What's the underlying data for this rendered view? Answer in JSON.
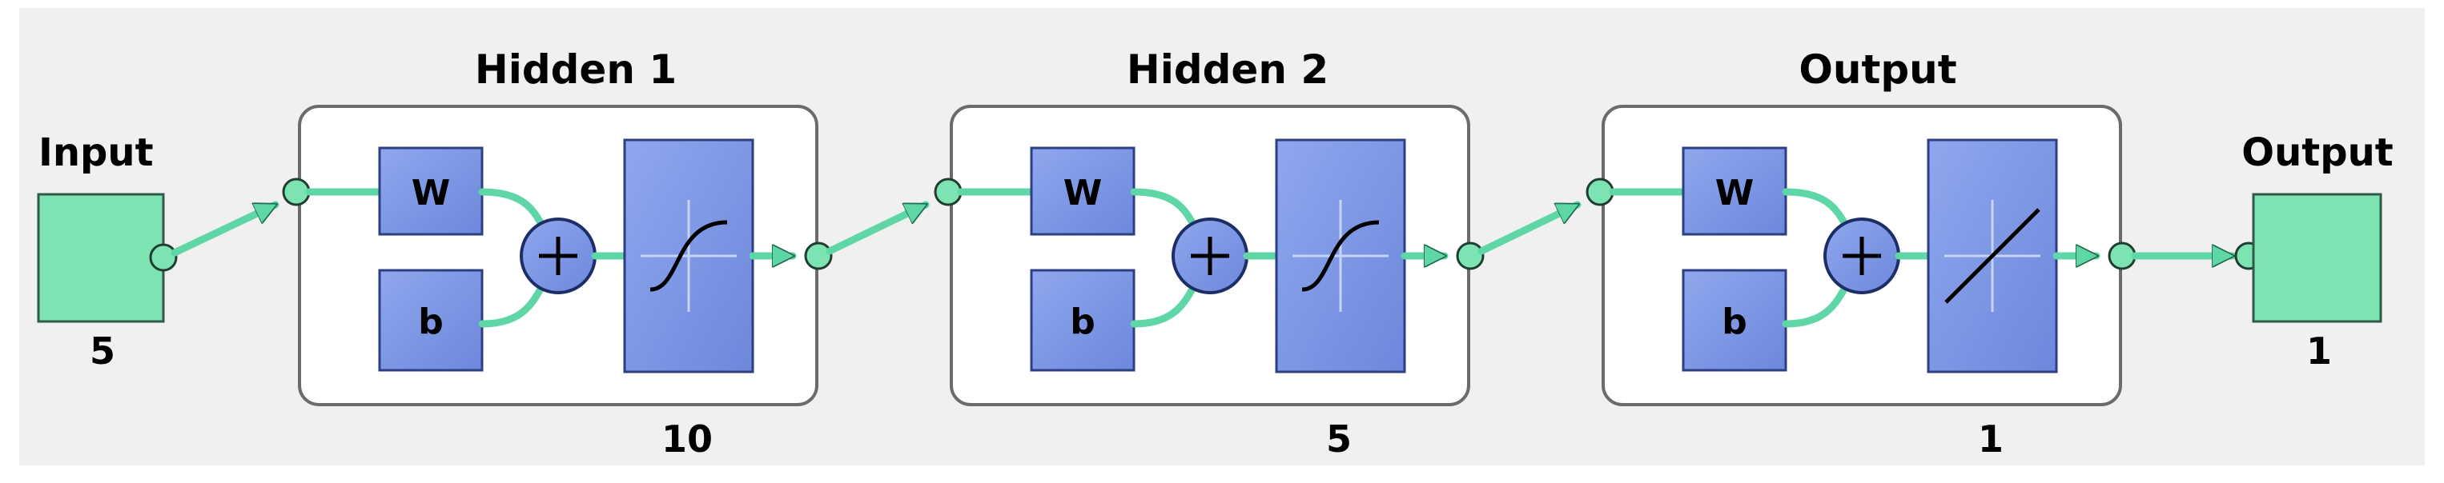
{
  "input": {
    "label": "Input",
    "size": "5"
  },
  "layers": [
    {
      "title": "Hidden 1",
      "weight": "W",
      "bias": "b",
      "size": "10",
      "transfer": "sigmoid"
    },
    {
      "title": "Hidden 2",
      "weight": "W",
      "bias": "b",
      "size": "5",
      "transfer": "sigmoid"
    },
    {
      "title": "Output",
      "weight": "W",
      "bias": "b",
      "size": "1",
      "transfer": "linear"
    }
  ],
  "output": {
    "label": "Output",
    "size": "1"
  },
  "colors": {
    "panel": "#f0f0f0",
    "io_block": "#7de3b2",
    "layer_block": "#7b96e6",
    "connection": "#5ed6a6",
    "layer_frame": "#ffffff"
  }
}
